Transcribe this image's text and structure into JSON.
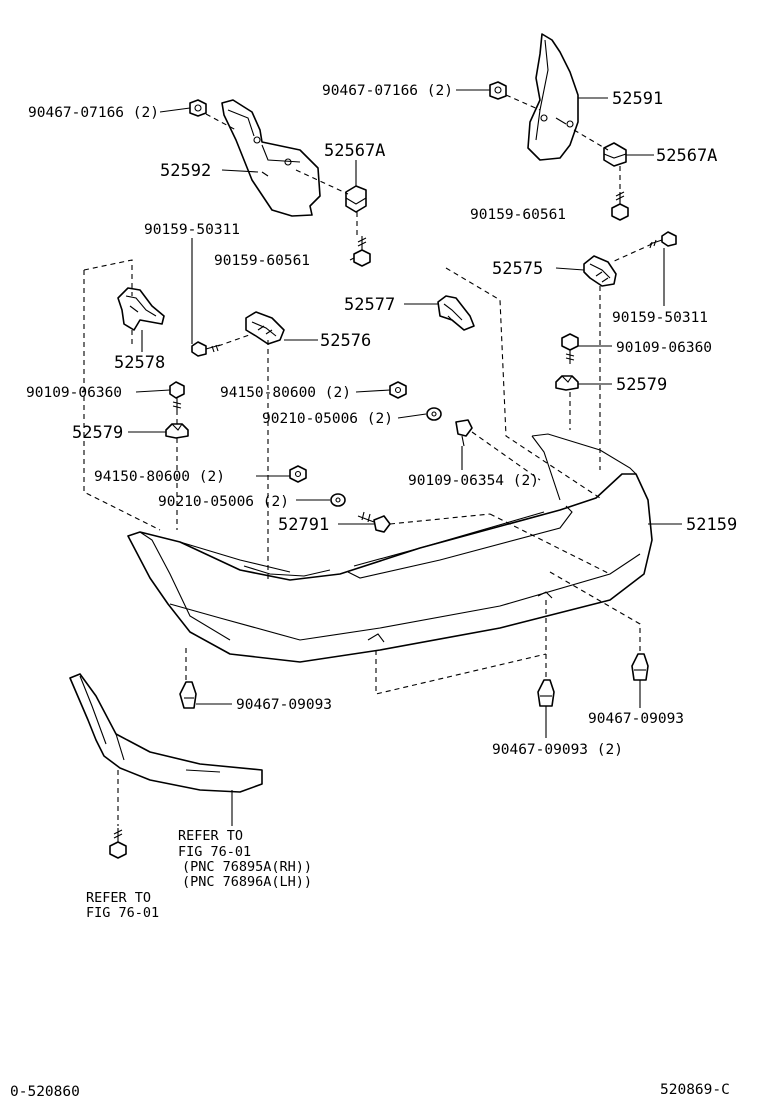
{
  "drawing_id": "520869-C",
  "figure_code": "0-520860",
  "parts": {
    "p90467_07166_left": "90467-07166 (2)",
    "p90467_07166_right": "90467-07166 (2)",
    "p52591": "52591",
    "p52592": "52592",
    "p52567A_left": "52567A",
    "p52567A_right": "52567A",
    "p90159_60561_right": "90159-60561",
    "p90159_60561_left": "90159-60561",
    "p90159_50311_left": "90159-50311",
    "p90159_50311_right": "90159-50311",
    "p52575": "52575",
    "p52577": "52577",
    "p52578": "52578",
    "p52576": "52576",
    "p90109_06360_left": "90109-06360",
    "p90109_06360_right": "90109-06360",
    "p94150_80600_upper": "94150-80600 (2)",
    "p94150_80600_lower": "94150-80600 (2)",
    "p90210_05006_upper": "90210-05006 (2)",
    "p90210_05006_lower": "90210-05006 (2)",
    "p52579_left": "52579",
    "p52579_right": "52579",
    "p90109_06354": "90109-06354 (2)",
    "p52791": "52791",
    "p52159": "52159",
    "p90467_09093_left": "90467-09093",
    "p90467_09093_right": "90467-09093",
    "p90467_09093_center": "90467-09093 (2)"
  },
  "refer_notes": {
    "spoiler_line1": "REFER TO",
    "spoiler_line2": "FIG 76-01",
    "spoiler_line3": "(PNC 76895A(RH))",
    "spoiler_line4": "(PNC 76896A(LH))",
    "screw_line1": "REFER TO",
    "screw_line2": "FIG 76-01"
  }
}
